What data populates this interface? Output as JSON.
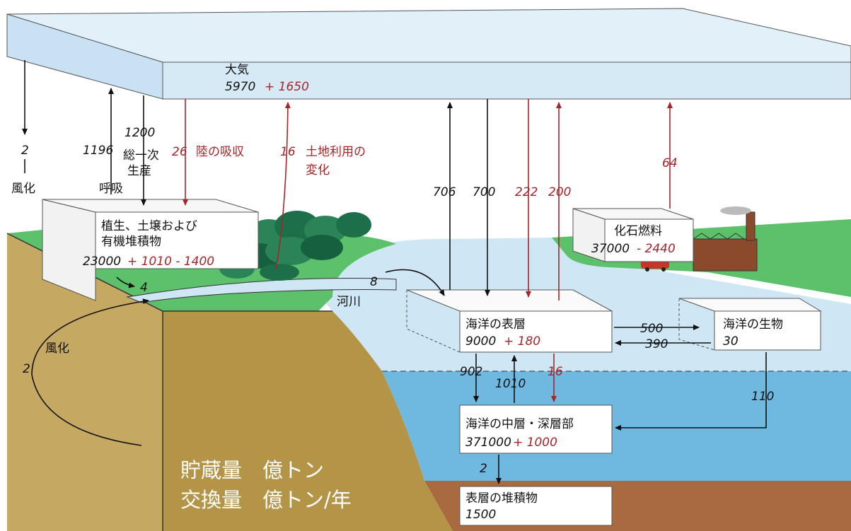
{
  "colors": {
    "flow_black": "#111111",
    "flow_red": "#a3262a",
    "atmosphere": "#d6eaf6",
    "ocean_surface": "#cfe6f5",
    "ocean_deep": "#6fb8e0",
    "land": "#c0a060",
    "grass": "#5cc16a",
    "sediment": "#a86a3e"
  },
  "reservoirs": {
    "atmosphere": {
      "name": "大気",
      "base": "5970",
      "change": "+ 1650"
    },
    "vegetation": {
      "name_line1": "植生、土壌および",
      "name_line2": "有機堆積物",
      "base": "23000",
      "change": "+ 1010 - 1400"
    },
    "fossil": {
      "name": "化石燃料",
      "base": "37000",
      "change": "- 2440"
    },
    "ocean_surface": {
      "name": "海洋の表層",
      "base": "9000",
      "change": "+ 180"
    },
    "marine_life": {
      "name": "海洋の生物",
      "base": "30"
    },
    "ocean_deep": {
      "name": "海洋の中層・深層部",
      "base": "371000",
      "change": "+ 1000"
    },
    "sediment": {
      "name": "表層の堆積物",
      "base": "1500"
    }
  },
  "flows": {
    "weathering_top": {
      "value": "2",
      "label": "風化"
    },
    "respiration": {
      "value": "1196",
      "label": "呼吸"
    },
    "gpp": {
      "value": "1200",
      "label_line1": "総一次",
      "label_line2": "生産"
    },
    "land_uptake": {
      "value": "26",
      "label": "陸の吸収"
    },
    "land_use": {
      "value": "16",
      "label_line1": "土地利用の",
      "label_line2": "変化"
    },
    "ocean_up_natural": "706",
    "ocean_down_natural": "700",
    "ocean_down_anthro": "222",
    "ocean_up_anthro": "200",
    "fossil_emission": "64",
    "river_runoff": {
      "value": "8",
      "label": "河川"
    },
    "land_to_river": "4",
    "weathering_side": {
      "value": "2",
      "label": "風化"
    },
    "surface_to_bio": "500",
    "bio_to_surface": "390",
    "surface_to_deep": "902",
    "deep_to_surface": "1010",
    "surface_to_deep_anthro": "16",
    "bio_to_deep": "110",
    "deep_to_sediment": "2"
  },
  "legend": {
    "line1": "貯蔵量　億トン",
    "line2": "交換量　億トン/年"
  }
}
